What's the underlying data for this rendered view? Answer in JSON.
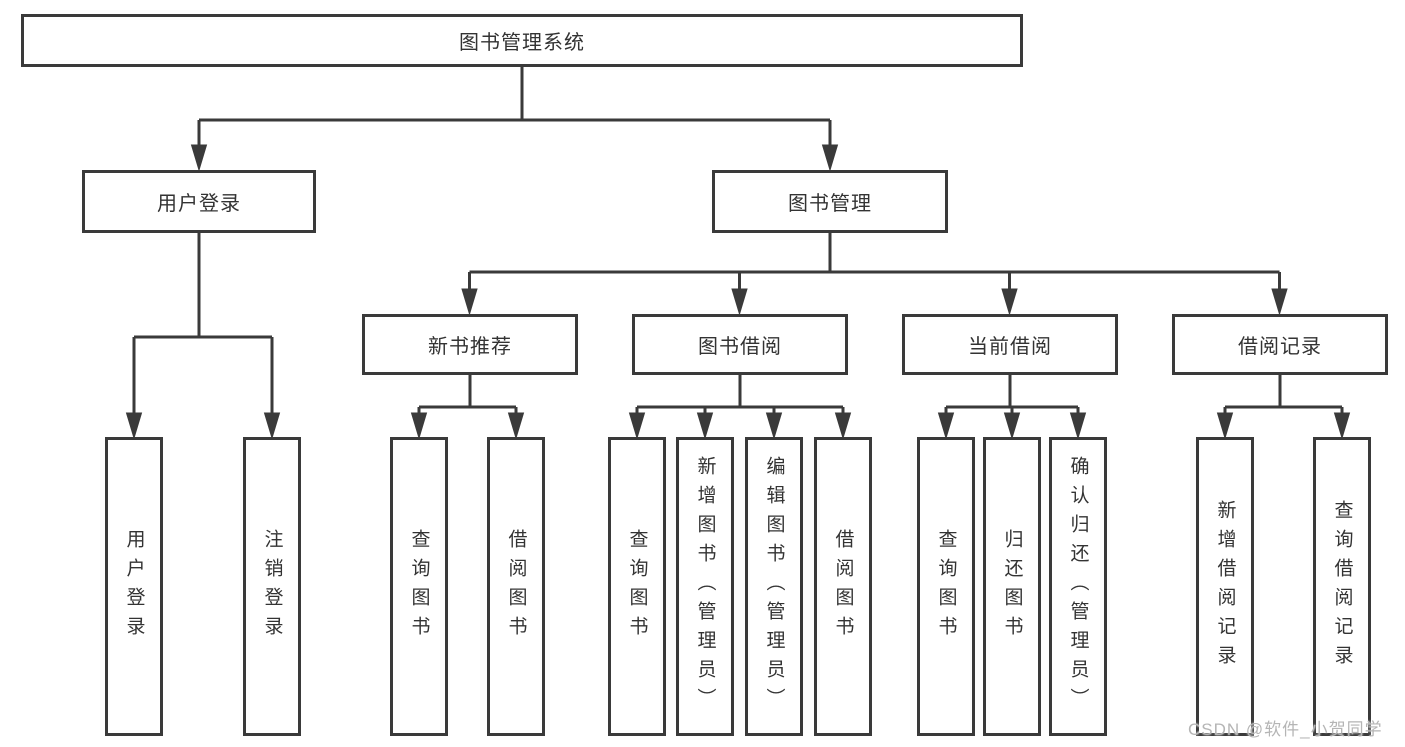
{
  "diagram": {
    "root": {
      "label": "图书管理系统"
    },
    "branches": [
      {
        "label": "用户登录",
        "children": [
          {
            "label": "用户登录"
          },
          {
            "label": "注销登录"
          }
        ]
      },
      {
        "label": "图书管理",
        "children": [
          {
            "label": "新书推荐",
            "children": [
              {
                "label": "查询图书"
              },
              {
                "label": "借阅图书"
              }
            ]
          },
          {
            "label": "图书借阅",
            "children": [
              {
                "label": "查询图书"
              },
              {
                "label": "新增图书（管理员）"
              },
              {
                "label": "编辑图书（管理员）"
              },
              {
                "label": "借阅图书"
              }
            ]
          },
          {
            "label": "当前借阅",
            "children": [
              {
                "label": "查询图书"
              },
              {
                "label": "归还图书"
              },
              {
                "label": "确认归还（管理员）"
              }
            ]
          },
          {
            "label": "借阅记录",
            "children": [
              {
                "label": "新增借阅记录"
              },
              {
                "label": "查询借阅记录"
              }
            ]
          }
        ]
      }
    ]
  },
  "watermark": {
    "text": "CSDN @软件_小贺同学"
  },
  "colors": {
    "line": "#3a3a3a",
    "text": "#333333",
    "box_fill": "#ffffff",
    "background": "#ffffff",
    "watermark": "#b5b5b5"
  }
}
